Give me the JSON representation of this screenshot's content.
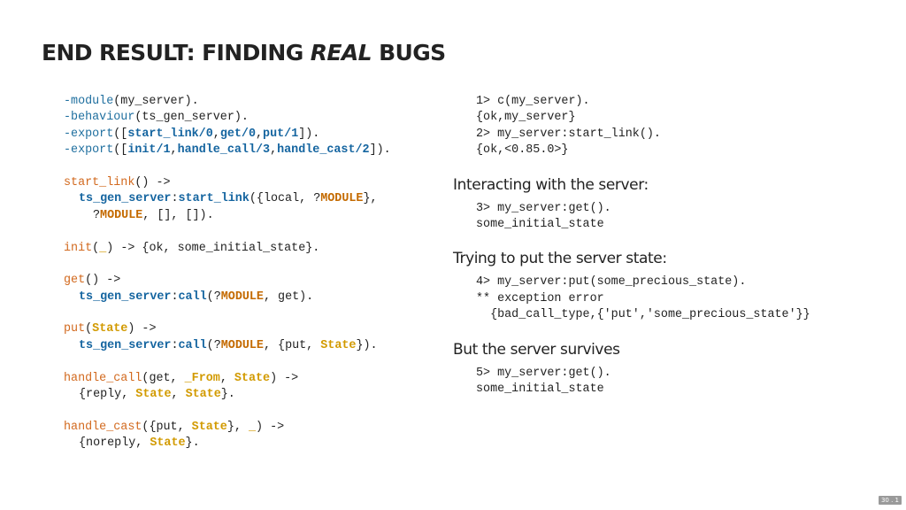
{
  "slide": {
    "title_pre": "END RESULT: FINDING ",
    "title_em": "REAL",
    "title_post": " BUGS",
    "page_number": "30 . 1"
  },
  "left_code": {
    "l1": {
      "a": "-module",
      "b": "(my_server)."
    },
    "l2": {
      "a": "-behaviour",
      "b": "(ts_gen_server)."
    },
    "l3": {
      "a": "-export",
      "b": "([",
      "c": "start_link/0",
      "d": ",",
      "e": "get/0",
      "f": ",",
      "g": "put/1",
      "h": "])."
    },
    "l4": {
      "a": "-export",
      "b": "([",
      "c": "init/1",
      "d": ",",
      "e": "handle_call/3",
      "f": ",",
      "g": "handle_cast/2",
      "h": "])."
    },
    "l6": {
      "a": "start_link",
      "b": "() ->"
    },
    "l7": {
      "a": "ts_gen_server",
      "b": ":",
      "c": "start_link",
      "d": "({local, ?",
      "e": "MODULE",
      "f": "},"
    },
    "l8": {
      "a": "?",
      "b": "MODULE",
      "c": ", [], [])."
    },
    "l10": {
      "a": "init",
      "b": "(",
      "c": "_",
      "d": ") -> {ok, some_initial_state}."
    },
    "l12": {
      "a": "get",
      "b": "() ->"
    },
    "l13": {
      "a": "ts_gen_server",
      "b": ":",
      "c": "call",
      "d": "(?",
      "e": "MODULE",
      "f": ", get)."
    },
    "l15": {
      "a": "put",
      "b": "(",
      "c": "State",
      "d": ") ->"
    },
    "l16": {
      "a": "ts_gen_server",
      "b": ":",
      "c": "call",
      "d": "(?",
      "e": "MODULE",
      "f": ", {put, ",
      "g": "State",
      "h": "})."
    },
    "l18": {
      "a": "handle_call",
      "b": "(get, ",
      "c": "_From",
      "d": ", ",
      "e": "State",
      "f": ") ->"
    },
    "l19": {
      "a": "{reply, ",
      "b": "State",
      "c": ", ",
      "d": "State",
      "e": "}."
    },
    "l21": {
      "a": "handle_cast",
      "b": "({put, ",
      "c": "State",
      "d": "}, ",
      "e": "_",
      "f": ") ->"
    },
    "l22": {
      "a": "{noreply, ",
      "b": "State",
      "c": "}."
    }
  },
  "right": {
    "block1": [
      "1> c(my_server).",
      "{ok,my_server}",
      "2> my_server:start_link().",
      "{ok,<0.85.0>}"
    ],
    "label2": "Interacting with the server:",
    "block2": [
      "3> my_server:get().",
      "some_initial_state"
    ],
    "label3": "Trying to put the server state:",
    "block3": [
      "4> my_server:put(some_precious_state).",
      "** exception error",
      "  {bad_call_type,{'put','some_precious_state'}}"
    ],
    "label4": "But the server survives",
    "block4": [
      "5> my_server:get().",
      "some_initial_state"
    ]
  }
}
